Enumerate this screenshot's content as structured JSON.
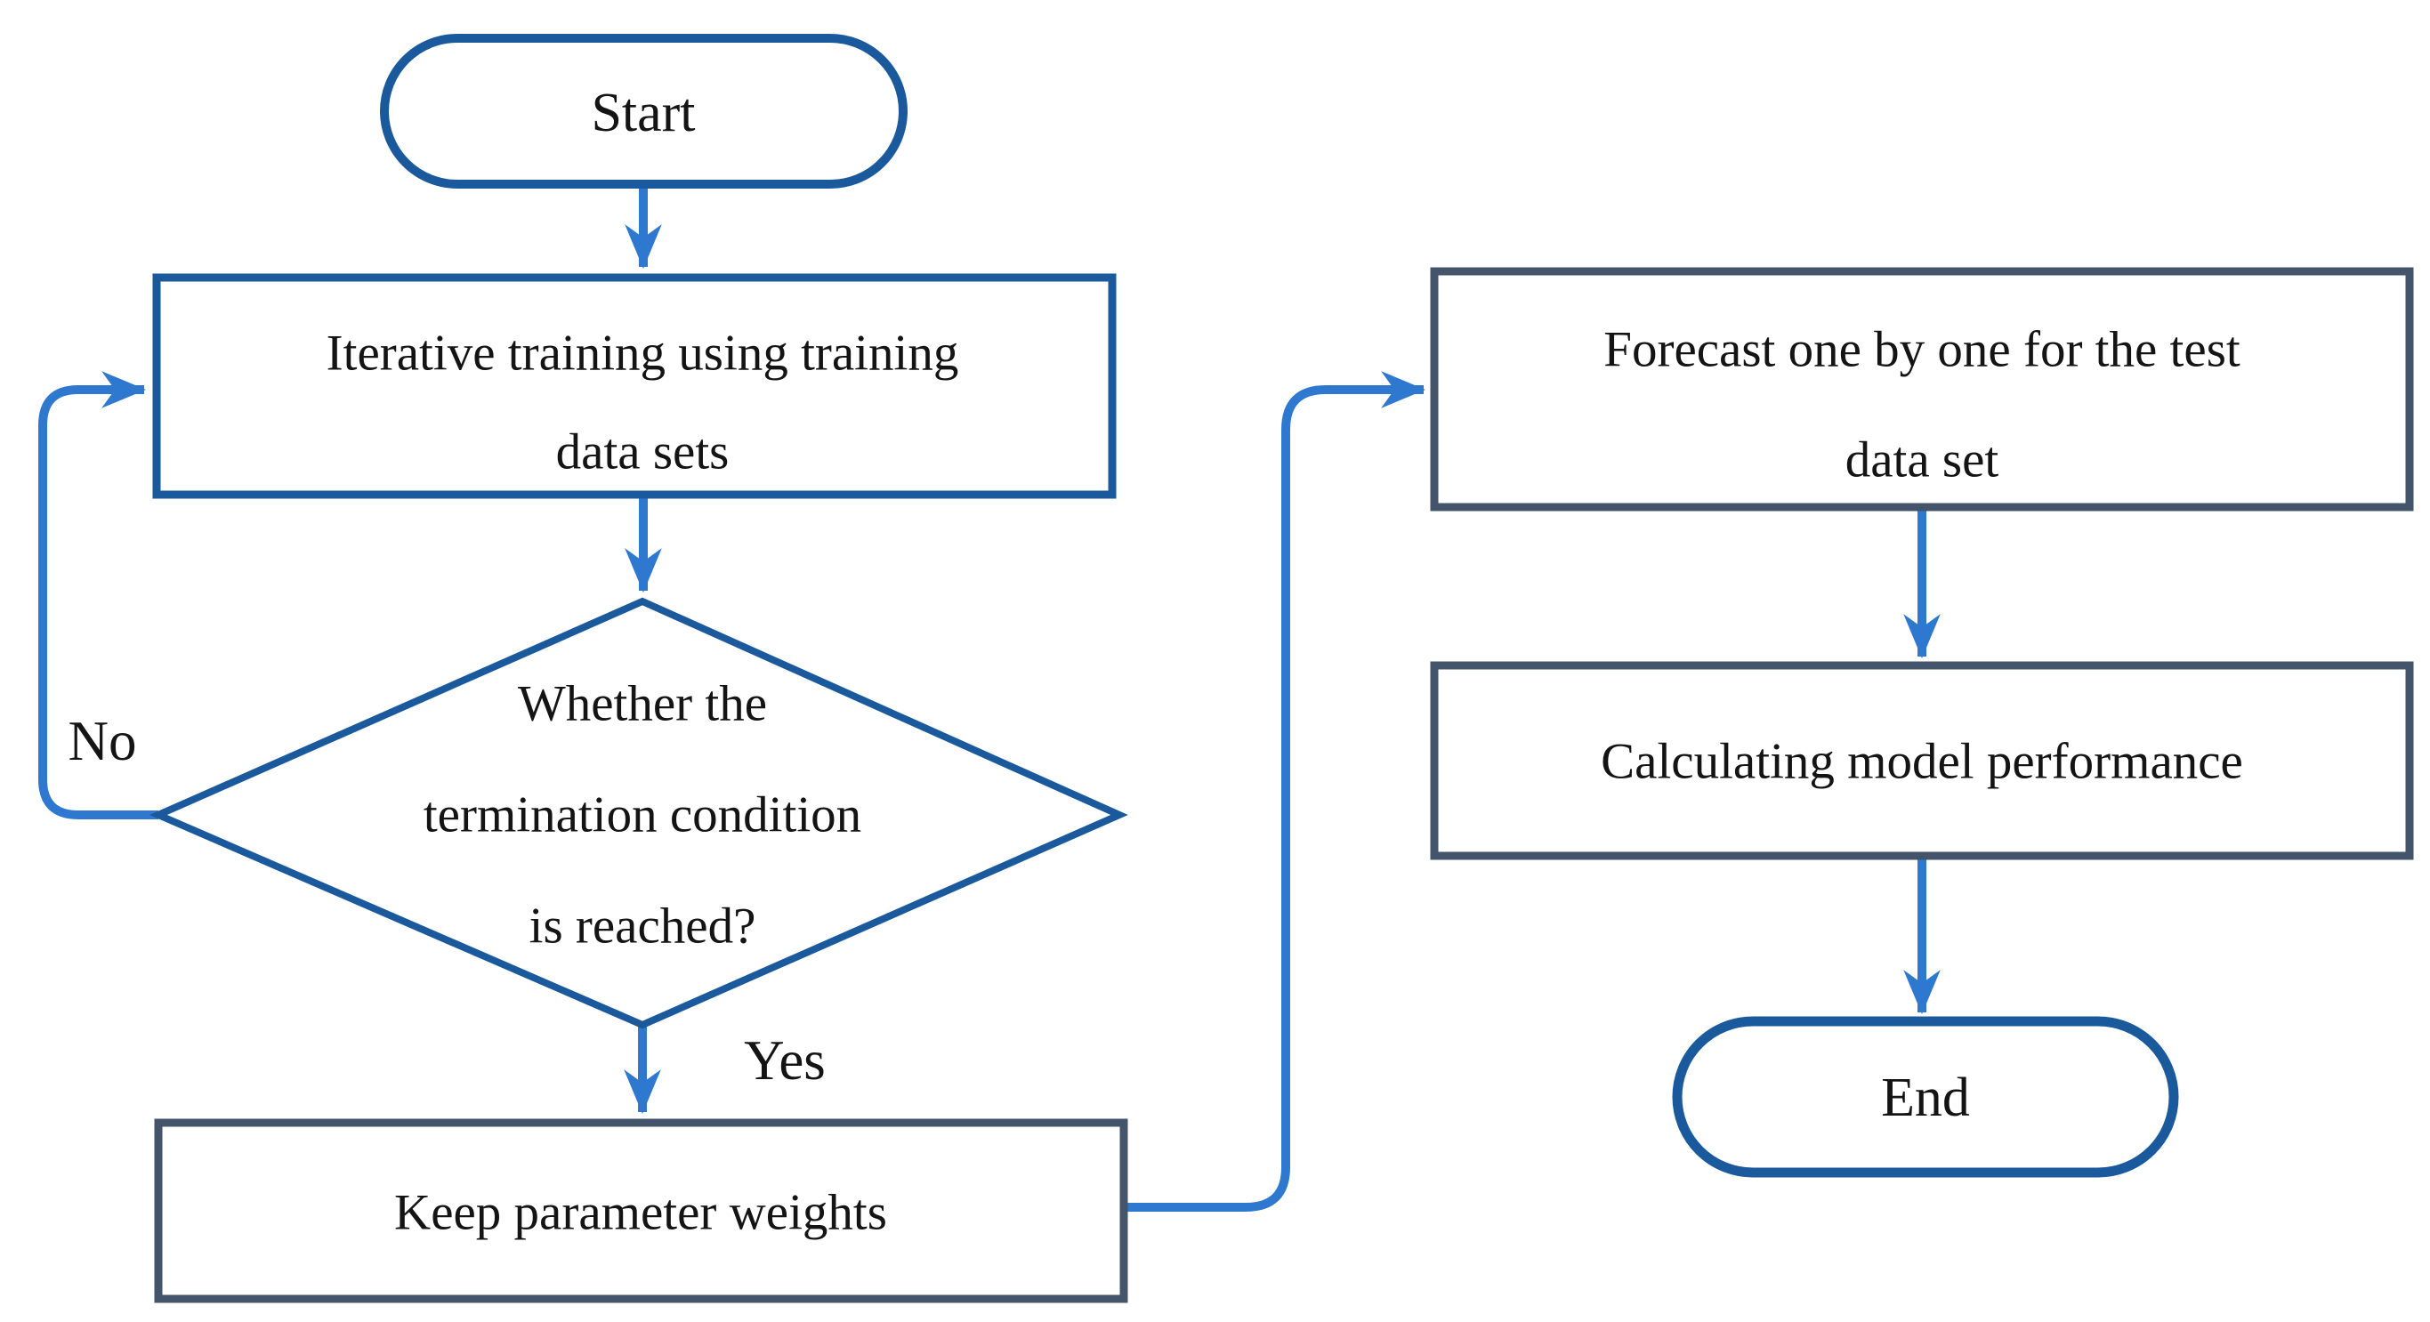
{
  "figure": {
    "background": "#ffffff",
    "colors": {
      "terminator_border": "#1a5a9c",
      "left_process_border": "#1a5a9c",
      "decision_border": "#1a5a9c",
      "right_process_border": "#44546a",
      "connector": "#2e79cf",
      "text": "#141414"
    },
    "nodes": {
      "start": {
        "label": "Start"
      },
      "iterative_training": {
        "line1": "Iterative training using training",
        "line2": "data sets"
      },
      "termination_decision": {
        "line1": "Whether the",
        "line2": "termination condition",
        "line3": "is reached?"
      },
      "keep_weights": {
        "label": "Keep parameter weights"
      },
      "forecast": {
        "line1": "Forecast one by one for the test",
        "line2": "data set"
      },
      "calc_performance": {
        "label": "Calculating model performance"
      },
      "end": {
        "label": "End"
      }
    },
    "edge_labels": {
      "no": "No",
      "yes": "Yes"
    }
  }
}
